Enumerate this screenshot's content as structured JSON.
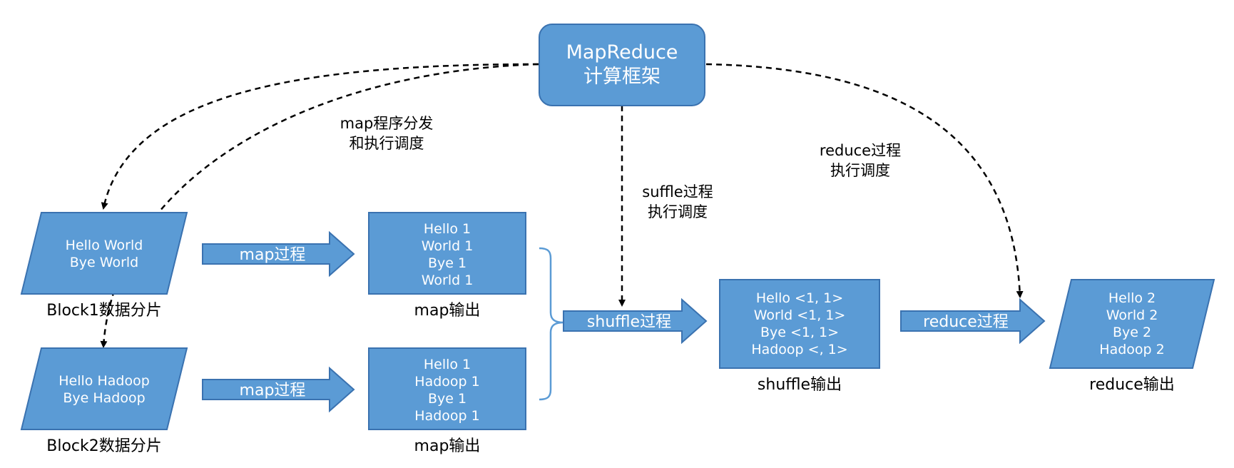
{
  "framework": {
    "line1": "MapReduce",
    "line2": "计算框架"
  },
  "notes": {
    "map_dispatch": [
      "map程序分发",
      "和执行调度"
    ],
    "shuffle_sched": [
      "suffle过程",
      "执行调度"
    ],
    "reduce_sched": [
      "reduce过程",
      "执行调度"
    ]
  },
  "blocks": [
    {
      "lines": [
        "Hello World",
        "Bye World"
      ],
      "caption": "Block1数据分片"
    },
    {
      "lines": [
        "Hello Hadoop",
        "Bye Hadoop"
      ],
      "caption": "Block2数据分片"
    }
  ],
  "map_arrows": [
    "map过程",
    "map过程"
  ],
  "map_outputs": [
    {
      "lines": [
        "Hello 1",
        "World 1",
        "Bye 1",
        "World 1"
      ],
      "caption": "map输出"
    },
    {
      "lines": [
        "Hello 1",
        "Hadoop 1",
        "Bye 1",
        "Hadoop 1"
      ],
      "caption": "map输出"
    }
  ],
  "shuffle_arrow": "shuffle过程",
  "shuffle_output": {
    "lines": [
      "Hello <1, 1>",
      "World <1, 1>",
      "Bye <1, 1>",
      "Hadoop <, 1>"
    ],
    "caption": "shuffle输出"
  },
  "reduce_arrow": "reduce过程",
  "reduce_output": {
    "lines": [
      "Hello 2",
      "World 2",
      "Bye 2",
      "Hadoop 2"
    ],
    "caption": "reduce输出"
  },
  "colors": {
    "fill": "#5b9bd5",
    "stroke": "#3a72b0",
    "text": "#ffffff",
    "line": "#000000"
  }
}
